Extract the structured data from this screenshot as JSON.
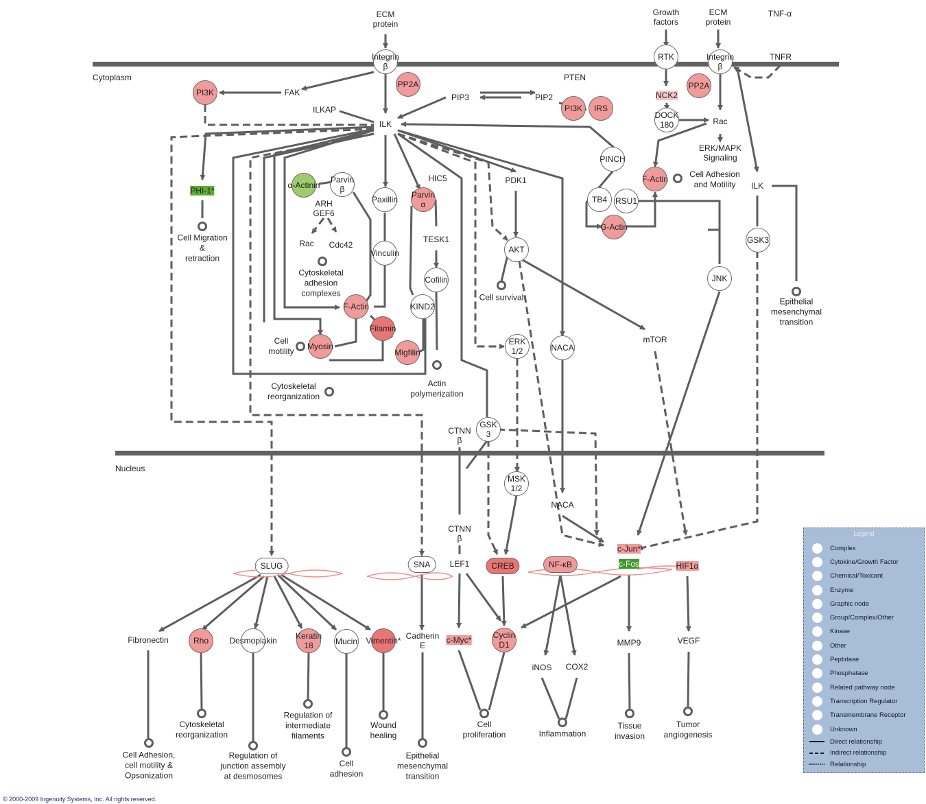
{
  "compartments": {
    "cytoplasm": "Cytoplasm",
    "nucleus": "Nucleus"
  },
  "copyright": "© 2000-2009 Ingenuity Systems, Inc. All rights reserved.",
  "nodes": {
    "ecm1": "ECM\nprotein",
    "growth": "Growth\nfactors",
    "ecm2": "ECM\nprotein",
    "tnfa": "TNF-α",
    "integrin1": "Integrin\nβ",
    "rtk": "RTK",
    "integrin2": "Integrin\nβ",
    "tnfr": "TNFR",
    "pi3k1": "PI3K",
    "fak": "FAK",
    "pp2a1": "PP2A",
    "pten": "PTEN",
    "pip3": "PIP3",
    "pip2": "PIP2",
    "pi3k2": "PI3K",
    "irs": "IRS",
    "nck2": "NCK2",
    "pp2a2": "PP2A",
    "ilkap": "ILKAP",
    "ilk1": "ILK",
    "dock180": "DOCK\n180",
    "rac1": "Rac",
    "erkmapk": "ERK/MAPK\nSignaling",
    "pinch": "PINCH",
    "phi1": "PHI-1*",
    "actinin": "α-Actinin",
    "parvinb": "Parvin\nβ",
    "paxillin": "Paxillin",
    "parvina": "Parvin\nα",
    "hic5": "HIC5",
    "pdk1": "PDK1",
    "factin1": "F-Actin",
    "ilk2": "ILK",
    "arhgef6": "ARH\nGEF6",
    "rac2": "Rac",
    "cdc42": "Cdc42",
    "tb4": "TB4",
    "rsu1": "RSU1",
    "gactin": "G-Actin",
    "tesk1": "TESK1",
    "vinculin": "Vinculin",
    "akt": "AKT",
    "gsk3a": "GSK3",
    "cofilin": "Cofilin",
    "jnk": "JNK",
    "factin2": "F-Actin",
    "kind2": "KIND2",
    "filamin": "Filamin",
    "myosin": "Myosin",
    "migfilin": "Migfilin",
    "erk12": "ERK\n1/2",
    "naca1": "NACA",
    "mtor": "mTOR",
    "gsk3b": "GSK\n3",
    "ctnnb1": "CTNN\nβ",
    "msk12": "MSK\n1/2",
    "naca2": "NACA",
    "ctnnb2": "CTNN\nβ",
    "slug": "SLUG",
    "sna": "SNA",
    "lef1": "LEF1",
    "creb": "CREB",
    "nfkb": "NF-κB",
    "cjun": "c-Jun*",
    "cfos": "c-Fos",
    "hif1a": "HIF1α",
    "fibronectin": "Fibronectin",
    "rho": "Rho",
    "desmoplakin": "Desmoplakin",
    "keratin18": "Keratin\n18",
    "mucin": "Mucin",
    "vimentin": "Vimentin*",
    "cadherine": "Cadherin\nE",
    "cmyc": "c-Myc*",
    "cyclind1": "Cyclin\nD1",
    "inos": "iNOS",
    "cox2": "COX2",
    "mmp9": "MMP9",
    "vegf": "VEGF"
  },
  "functions": {
    "cell_adhesion_motility": "Cell Adhesion\nand Motility",
    "cell_migration": "Cell Migration\n&\nretraction",
    "cytoskeletal_adhesion": "Cytoskeletal\nadhesion\ncomplexes",
    "cell_survival": "Cell survival",
    "emt1": "Epithelial\nmesenchymal\ntransition",
    "cell_motility": "Cell\nmotility",
    "cytoskeletal_reorg1": "Cytoskeletal\nreorganization",
    "actin_polymerization": "Actin\npolymerization",
    "cell_adhesion_opsonization": "Cell Adhesion,\ncell motility &\nOpsonization",
    "cytoskeletal_reorg2": "Cytoskeletal\nreorganization",
    "junction_assembly": "Regulation of\njunction assembly\nat desmosomes",
    "intermediate_filaments": "Regulation of\nintermediate\nfilaments",
    "cell_adhesion": "Cell\nadhesion",
    "wound_healing": "Wound\nhealing",
    "emt2": "Epithelial\nmesenchymal\ntransition",
    "cell_proliferation": "Cell\nproliferation",
    "inflammation": "Inflammation",
    "tissue_invasion": "Tissue\ninvasion",
    "tumor_angiogenesis": "Tumor\nangiogenesis"
  },
  "legend": {
    "title": "Legend",
    "items": [
      "Complex",
      "Cytokine/Growth Factor",
      "Chemical/Toxicant",
      "Enzyme",
      "Graphic node",
      "Group/Complex/Other",
      "Kinase",
      "Other",
      "Peptidase",
      "Phosphatase",
      "Related pathway node",
      "Transcription Regulator",
      "Transmembrane Receptor",
      "Unknown",
      "Direct relationship",
      "Indirect relationship",
      "Relationship"
    ]
  },
  "colors": {
    "membrane": "#616161",
    "edge": "#5e5e5e",
    "up_light": "#f6c6c6",
    "up_mid": "#f19a9a",
    "up_strong": "#ea7575",
    "down_light": "#9fcc6a",
    "down_strong": "#3d9a2a",
    "legend_bg": "#a8bdd8"
  }
}
